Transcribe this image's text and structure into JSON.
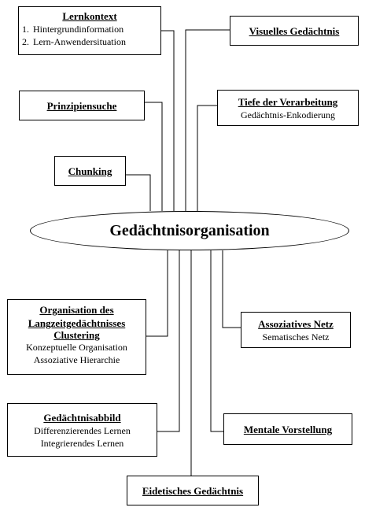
{
  "diagram": {
    "center": {
      "label": "Gedächtnisorganisation"
    },
    "nodes": {
      "lernkontext": {
        "title": "Lernkontext",
        "items": [
          {
            "num": "1.",
            "text": "Hintergrundinformation"
          },
          {
            "num": "2.",
            "text": "Lern-Anwendersituation"
          }
        ]
      },
      "prinzipiensuche": {
        "title": "Prinzipiensuche"
      },
      "chunking": {
        "title": "Chunking"
      },
      "visuelles": {
        "title": "Visuelles Gedächtnis"
      },
      "tiefe": {
        "title": "Tiefe der Verarbeitung",
        "subtitle": "Gedächtnis-Enkodierung"
      },
      "organisation": {
        "title_line1": "Organisation des",
        "title_line2": "Langzeitgedächtnisses",
        "title_line3": "Clustering",
        "sub1": "Konzeptuelle Organisation",
        "sub2": "Assoziative Hierarchie"
      },
      "assoziativ": {
        "title": "Assoziatives Netz",
        "subtitle": "Sematisches Netz"
      },
      "abbild": {
        "title": "Gedächtnisabbild",
        "sub1": "Differenzierendes Lernen",
        "sub2": "Integrierendes Lernen"
      },
      "mentale": {
        "title": "Mentale Vorstellung"
      },
      "eidetisch": {
        "title": "Eidetisches Gedächtnis"
      }
    }
  }
}
